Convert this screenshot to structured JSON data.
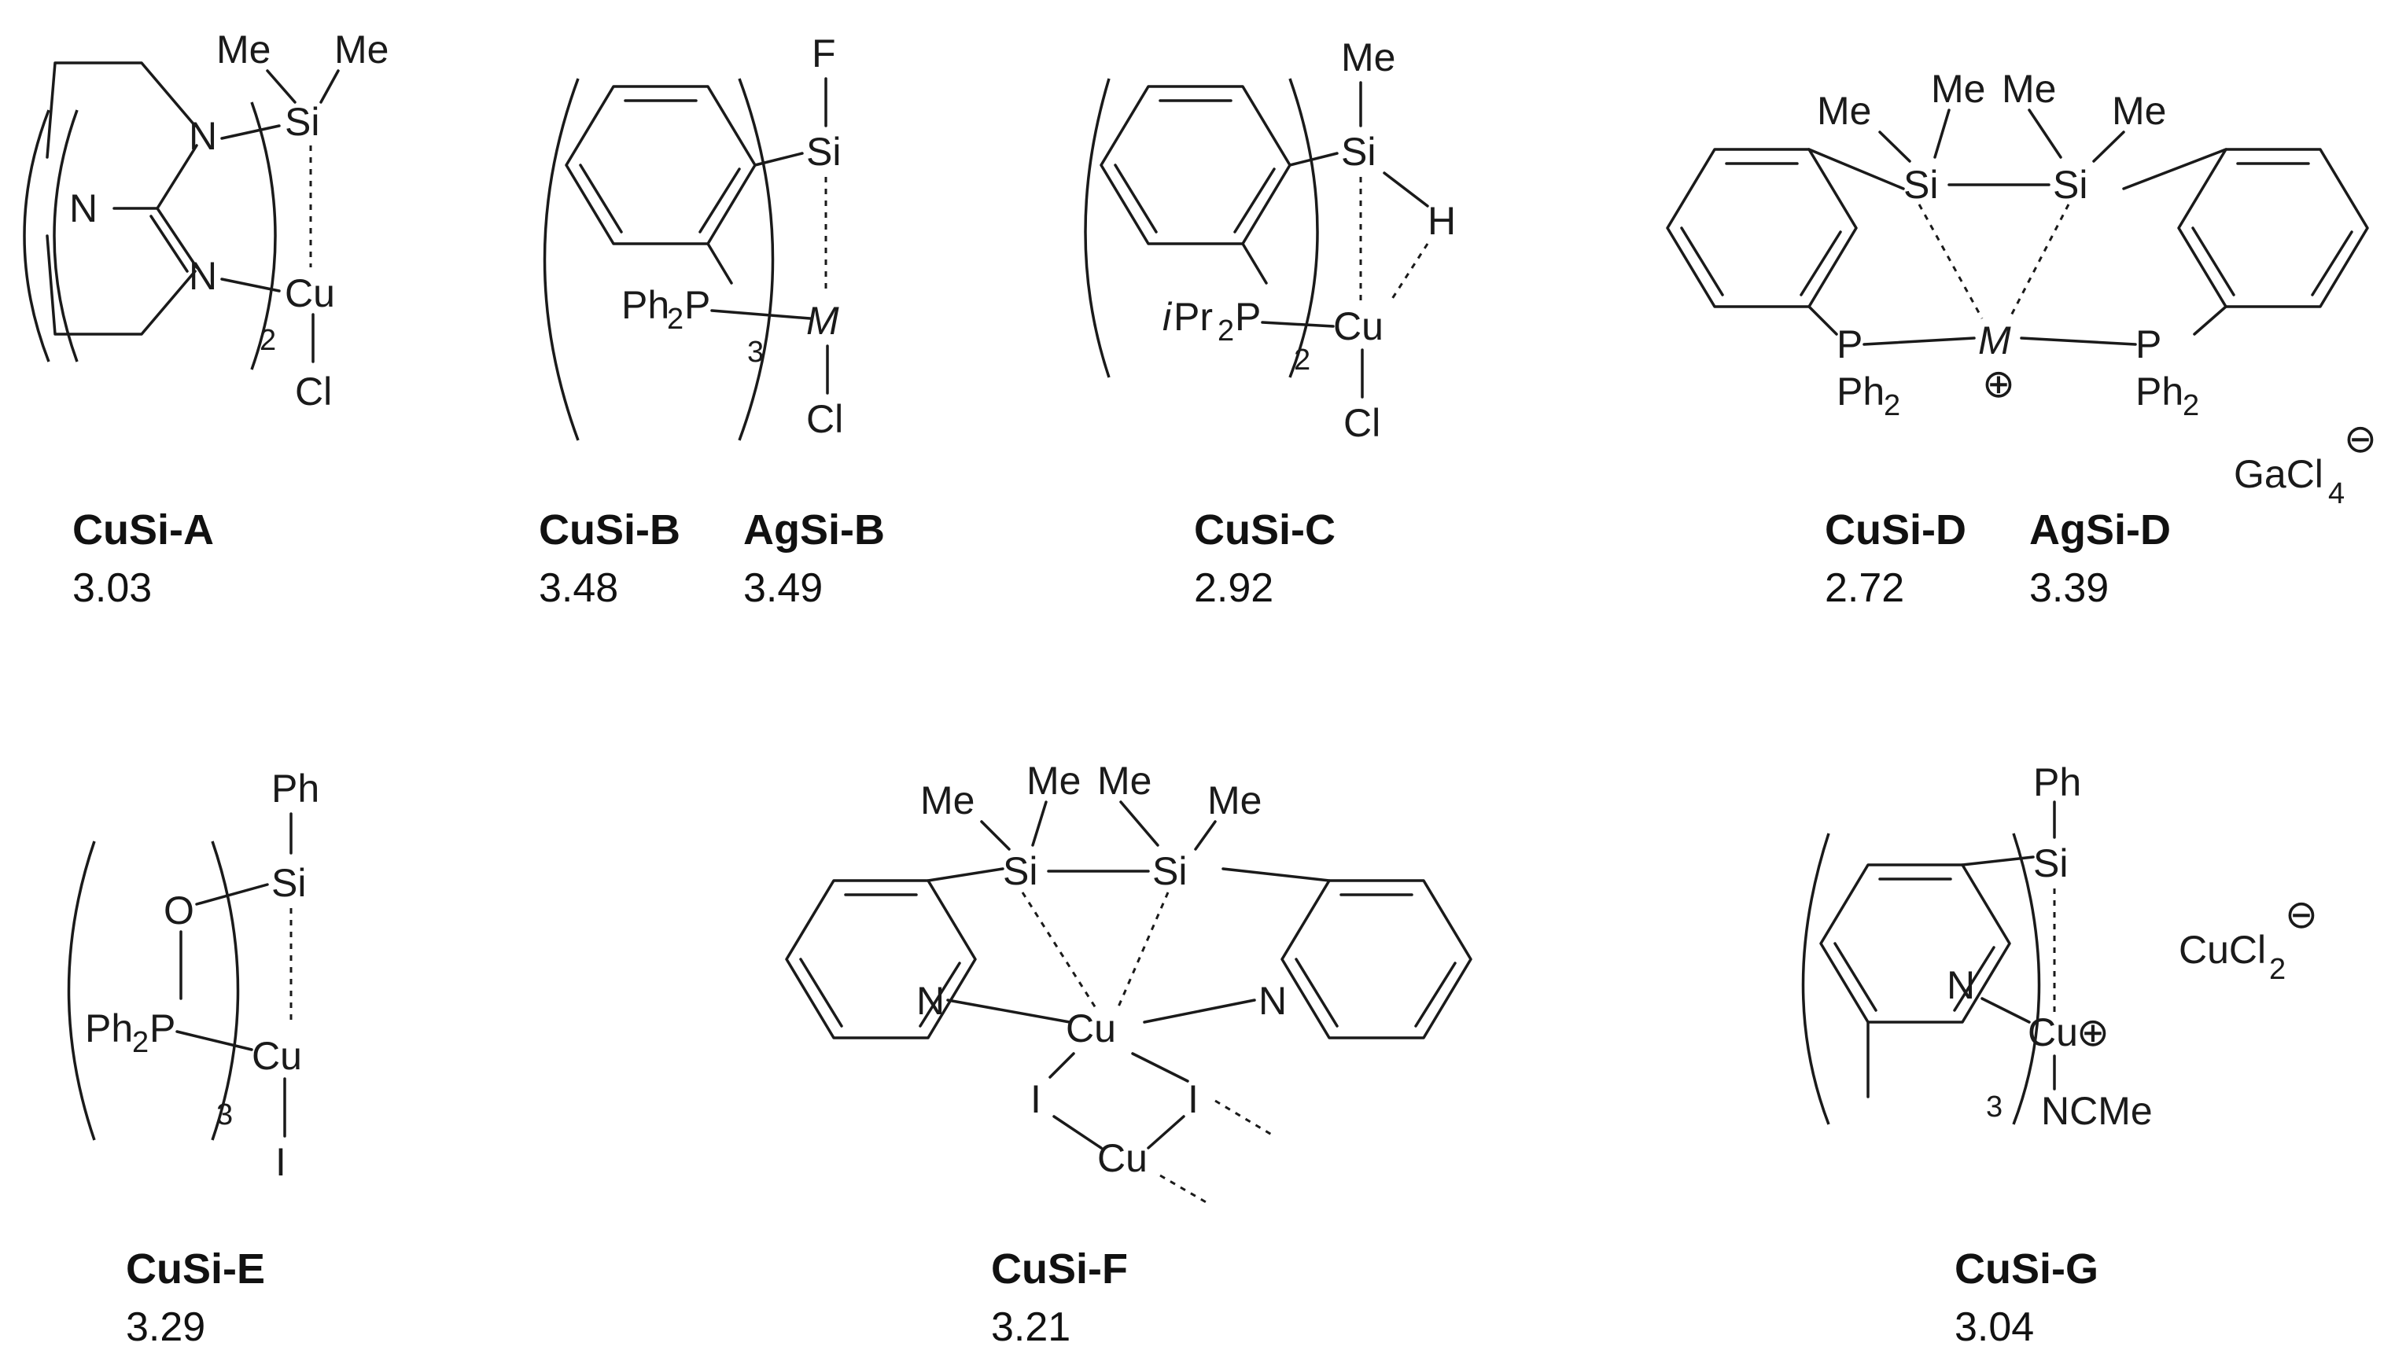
{
  "colors": {
    "ink": "#1a1a1a",
    "background": "#ffffff"
  },
  "compounds": [
    {
      "name": "CuSi-A",
      "value": "3.03"
    },
    {
      "name": "CuSi-B",
      "value": "3.48"
    },
    {
      "name": "AgSi-B",
      "value": "3.49"
    },
    {
      "name": "CuSi-C",
      "value": "2.92"
    },
    {
      "name": "CuSi-D",
      "value": "2.72"
    },
    {
      "name": "AgSi-D",
      "value": "3.39"
    },
    {
      "name": "CuSi-E",
      "value": "3.29"
    },
    {
      "name": "CuSi-F",
      "value": "3.21"
    },
    {
      "name": "CuSi-G",
      "value": "3.04"
    }
  ],
  "atoms": {
    "me": "Me",
    "si": "Si",
    "n": "N",
    "cu": "Cu",
    "cl": "Cl",
    "f": "F",
    "h": "H",
    "p": "P",
    "ph": "Ph",
    "ph2p": "Ph",
    "ipr": "i",
    "pr": "Pr",
    "m": "M",
    "o": "O",
    "i": "I",
    "ncme": "NCMe",
    "gacl": "GaCl",
    "cucl": "CuCl",
    "sub2": "2",
    "sub3": "3",
    "sub4": "4",
    "plus": "⊕",
    "minus": "⊖"
  }
}
